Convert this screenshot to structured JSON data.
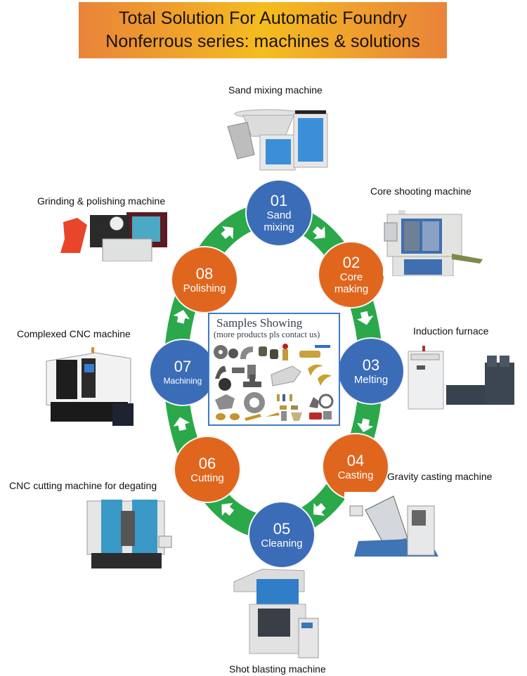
{
  "banner": {
    "line1": "Total Solution For Automatic Foundry",
    "line2": "Nonferrous series: machines & solutions",
    "colors": {
      "edge": "#e9833a",
      "center": "#f5bd1f"
    }
  },
  "process": {
    "ring_color": "#2aa84a",
    "arrow_color": "#ffffff",
    "steps": [
      {
        "num": "01",
        "label": "Sand mixing",
        "line1": "Sand",
        "line2": "mixing",
        "color": "#3b6cb8"
      },
      {
        "num": "02",
        "label": "Core making",
        "line1": "Core",
        "line2": "making",
        "color": "#e0661e"
      },
      {
        "num": "03",
        "label": "Melting",
        "line1": "Melting",
        "line2": "",
        "color": "#3b6cb8"
      },
      {
        "num": "04",
        "label": "Casting",
        "line1": "Casting",
        "line2": "",
        "color": "#e0661e"
      },
      {
        "num": "05",
        "label": "Cleaning",
        "line1": "Cleaning",
        "line2": "",
        "color": "#3b6cb8"
      },
      {
        "num": "06",
        "label": "Cutting",
        "line1": "Cutting",
        "line2": "",
        "color": "#e0661e"
      },
      {
        "num": "07",
        "label": "Machining",
        "line1": "Machining",
        "line2": "",
        "color": "#3b6cb8"
      },
      {
        "num": "08",
        "label": "Polishing",
        "line1": "Polishing",
        "line2": "",
        "color": "#e0661e"
      }
    ]
  },
  "samples": {
    "title": "Samples Showing",
    "subtitle": "(more products pls contact us)",
    "border_color": "#3f7bc4"
  },
  "machines": [
    {
      "id": "sand-mixing",
      "label": "Sand mixing machine",
      "image": "sand-mixer-image"
    },
    {
      "id": "core-shooting",
      "label": "Core shooting machine",
      "image": "core-shooter-image"
    },
    {
      "id": "induction-furnace",
      "label": "Induction furnace",
      "image": "induction-furnace-image"
    },
    {
      "id": "gravity-casting",
      "label": "Gravity casting machine",
      "image": "gravity-caster-image"
    },
    {
      "id": "shot-blasting",
      "label": "Shot blasting machine",
      "image": "shot-blaster-image"
    },
    {
      "id": "cnc-cutting",
      "label": "CNC cutting machine for degating",
      "image": "cnc-cutter-image"
    },
    {
      "id": "complexed-cnc",
      "label": "Complexed CNC machine",
      "image": "cnc-machine-image"
    },
    {
      "id": "grinding-polishing",
      "label": "Grinding & polishing machine",
      "image": "grinding-robot-image"
    }
  ]
}
